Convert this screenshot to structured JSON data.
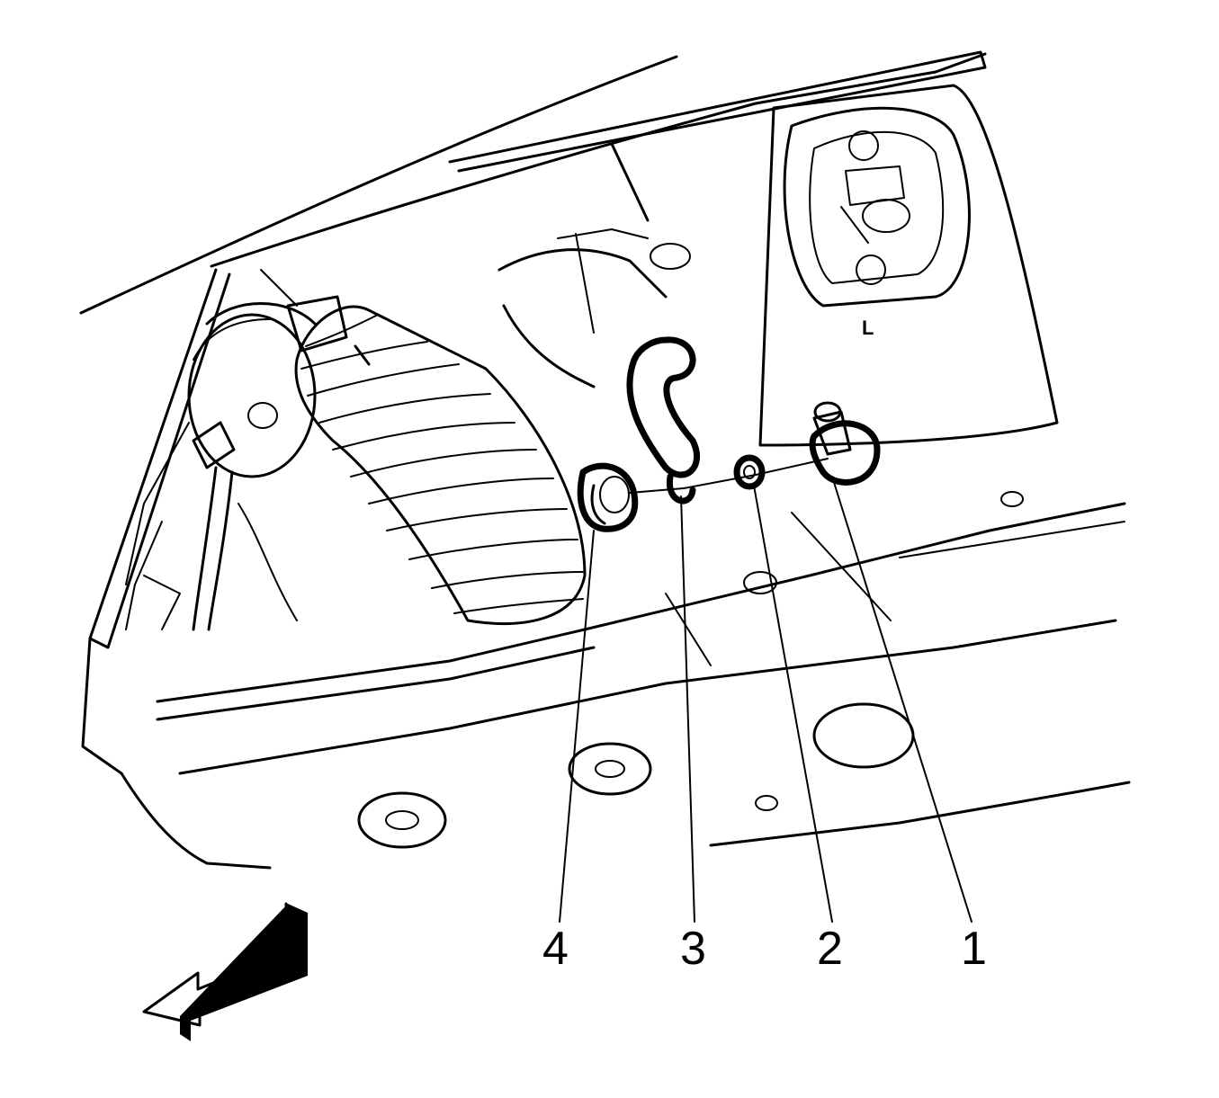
{
  "callouts": [
    {
      "label": "4"
    },
    {
      "label": "3"
    },
    {
      "label": "2"
    },
    {
      "label": "1"
    }
  ],
  "side_marker": "L",
  "colors": {
    "line": "#000000",
    "background": "#ffffff"
  },
  "icons": [
    "direction-arrow-icon"
  ]
}
